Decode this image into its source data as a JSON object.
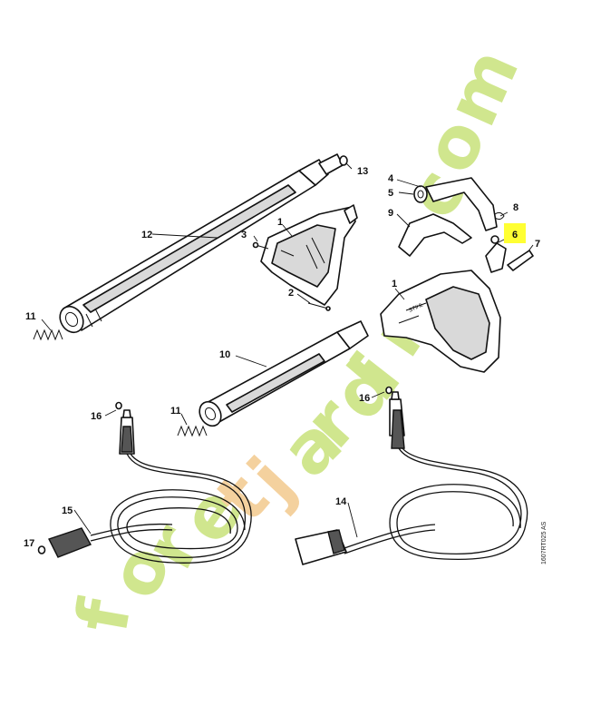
{
  "watermark": {
    "text": "foretjardin.com",
    "letters": [
      "f",
      "o",
      "r",
      "e",
      "t",
      "j",
      "a",
      "r",
      "d",
      "i",
      "n",
      ".",
      "c",
      "o",
      "m"
    ],
    "colors": {
      "green": "#c8e27a",
      "orange": "#f3c98d",
      "grey": "#d9d0c0"
    }
  },
  "highlight": {
    "part": "6",
    "color": "#ffff33"
  },
  "callouts": [
    {
      "id": "13",
      "label": "13"
    },
    {
      "id": "12",
      "label": "12"
    },
    {
      "id": "11a",
      "label": "11"
    },
    {
      "id": "1a",
      "label": "1"
    },
    {
      "id": "3",
      "label": "3"
    },
    {
      "id": "2",
      "label": "2"
    },
    {
      "id": "4",
      "label": "4"
    },
    {
      "id": "5",
      "label": "5"
    },
    {
      "id": "9",
      "label": "9"
    },
    {
      "id": "8",
      "label": "8"
    },
    {
      "id": "6",
      "label": "6"
    },
    {
      "id": "7",
      "label": "7"
    },
    {
      "id": "1b",
      "label": "1"
    },
    {
      "id": "10",
      "label": "10"
    },
    {
      "id": "11b",
      "label": "11"
    },
    {
      "id": "16a",
      "label": "16"
    },
    {
      "id": "16b",
      "label": "16"
    },
    {
      "id": "15",
      "label": "15"
    },
    {
      "id": "14",
      "label": "14"
    },
    {
      "id": "17",
      "label": "17"
    }
  ],
  "doc_code": "1607RT025 AS"
}
